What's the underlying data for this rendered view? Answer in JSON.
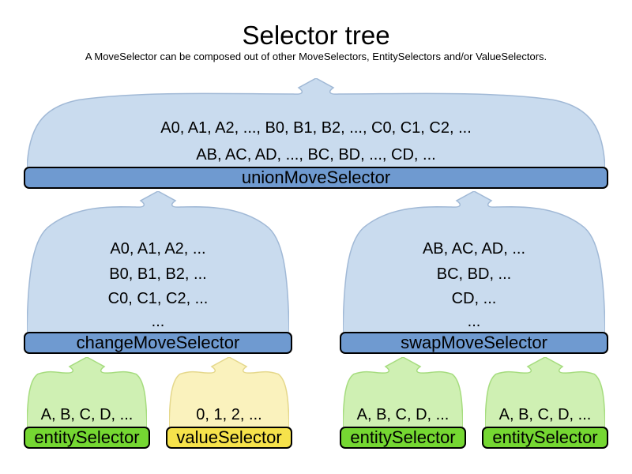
{
  "title": "Selector tree",
  "subtitle": "A MoveSelector can be composed out of other MoveSelectors, EntitySelectors and/or ValueSelectors.",
  "colors": {
    "blue_fill": "#c9dbee",
    "blue_stroke": "#a1b9d6",
    "blue_bar": "#6f9ad0",
    "green_fill": "#cff0b3",
    "green_stroke": "#a6dc7f",
    "green_bar": "#75d732",
    "yellow_fill": "#faf2bd",
    "yellow_stroke": "#e5d88c",
    "yellow_bar": "#f6e24b",
    "bar_border": "#000000",
    "text": "#000000"
  },
  "selectors": {
    "union": {
      "label": "unionMoveSelector",
      "lines": [
        "A0, A1, A2, ..., B0, B1, B2, ..., C0, C1, C2, ...",
        "AB, AC, AD, ..., BC, BD, ..., CD, ..."
      ]
    },
    "change": {
      "label": "changeMoveSelector",
      "lines": [
        "A0, A1, A2, ...",
        "B0, B1, B2, ...",
        "C0, C1, C2, ...",
        "..."
      ]
    },
    "swap": {
      "label": "swapMoveSelector",
      "lines": [
        "AB, AC, AD, ...",
        "BC, BD, ...",
        "CD, ...",
        "..."
      ]
    },
    "entity1": {
      "label": "entitySelector",
      "lines": [
        "A, B, C, D, ..."
      ]
    },
    "value1": {
      "label": "valueSelector",
      "lines": [
        "0, 1, 2, ..."
      ]
    },
    "entity2": {
      "label": "entitySelector",
      "lines": [
        "A, B, C, D, ..."
      ]
    },
    "entity3": {
      "label": "entitySelector",
      "lines": [
        "A, B, C, D, ..."
      ]
    }
  }
}
